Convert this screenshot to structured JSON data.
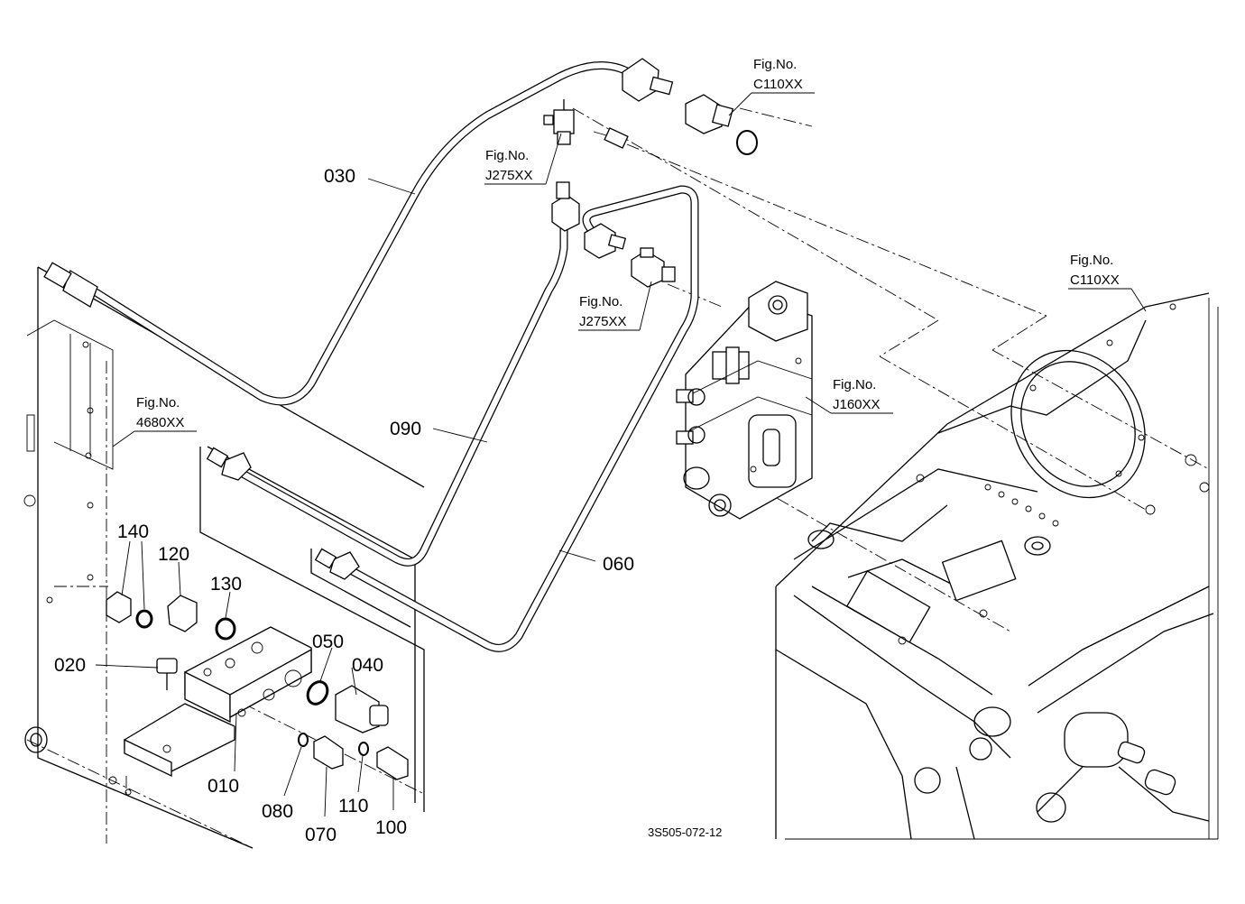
{
  "part_numbers": {
    "p010": "010",
    "p020": "020",
    "p030": "030",
    "p040": "040",
    "p050": "050",
    "p060": "060",
    "p070": "070",
    "p080": "080",
    "p090": "090",
    "p100": "100",
    "p110": "110",
    "p120": "120",
    "p130": "130",
    "p140": "140"
  },
  "figure_refs": [
    {
      "label": "Fig.No.",
      "code": "C110XX"
    },
    {
      "label": "Fig.No.",
      "code": "J275XX"
    },
    {
      "label": "Fig.No.",
      "code": "J275XX"
    },
    {
      "label": "Fig.No.",
      "code": "C110XX"
    },
    {
      "label": "Fig.No.",
      "code": "J160XX"
    },
    {
      "label": "Fig.No.",
      "code": "4680XX"
    }
  ],
  "drawing_code": "3S505-072-12"
}
